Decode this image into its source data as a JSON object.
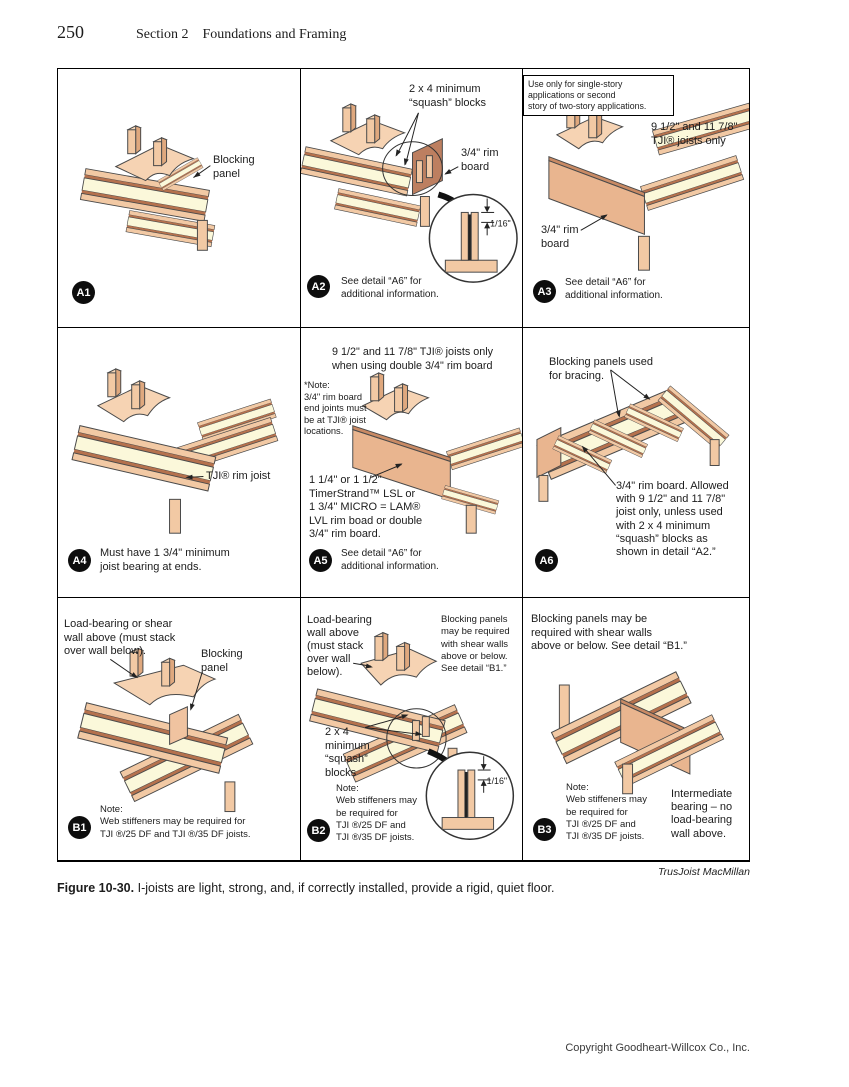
{
  "page": {
    "number": "250",
    "section": "Section 2",
    "section_title": "Foundations and Framing"
  },
  "figure": {
    "credit": "TrusJoist MacMillan",
    "caption_label": "Figure 10-30.",
    "caption_text": "I-joists are light, strong, and, if correctly installed, provide a rigid, quiet floor.",
    "panels": {
      "a1": {
        "badge": "A1",
        "blocking_panel": "Blocking\npanel"
      },
      "a2": {
        "badge": "A2",
        "squash": "2 x 4 minimum\n“squash” blocks",
        "rim": "3/4\" rim\nboard",
        "dim": "1/16\"",
        "note": "See detail “A6” for\nadditional information."
      },
      "a3": {
        "badge": "A3",
        "box_note": "Use only for single-story\napplications or second\nstory of two-story applications.",
        "joists": "9 1/2\" and 11 7/8\"\nTJI® joists only",
        "rim": "3/4\" rim\nboard",
        "note": "See detail “A6” for\nadditional information."
      },
      "a4": {
        "badge": "A4",
        "rim_joist": "TJI® rim joist",
        "note": "Must have 1 3/4\" minimum\njoist bearing at ends."
      },
      "a5": {
        "badge": "A5",
        "heading": "9 1/2\" and 11 7/8\" TJI® joists only\nwhen using double 3/4\" rim board",
        "side_note": "*Note:\n3/4\" rim board\nend joints must\nbe at TJI® joist\nlocations.",
        "lsl": "1 1/4\" or 1 1/2\"\nTimerStrand™ LSL or\n1 3/4\" MICRO = LAM®\nLVL rim boad or double\n3/4\" rim board.",
        "note": "See detail “A6” for\nadditional information."
      },
      "a6": {
        "badge": "A6",
        "blocking": "Blocking panels used\nfor bracing.",
        "body": "3/4\" rim board. Allowed\nwith 9 1/2\" and 11 7/8\"\njoist only, unless used\nwith 2 x 4 minimum\n“squash” blocks as\nshown in detail “A2.”"
      },
      "b1": {
        "badge": "B1",
        "wall": "Load-bearing or shear\nwall above (must stack\nover wall below).",
        "blocking_panel": "Blocking\npanel",
        "note": "Note:\nWeb stiffeners may be required for\nTJI ®/25 DF and TJI ®/35 DF joists."
      },
      "b2": {
        "badge": "B2",
        "wall": "Load-bearing\nwall above\n(must stack\nover wall\nbelow).",
        "blocking_panels": "Blocking panels\nmay be required\nwith shear walls\nabove or below.\nSee detail “B1.”",
        "squash": "2 x 4\nminimum\n“squash”\nblocks",
        "dim": "1/16\"",
        "note": "Note:\nWeb stiffeners may\nbe required for\nTJI ®/25 DF and\nTJI ®/35 DF joists."
      },
      "b3": {
        "badge": "B3",
        "heading": "Blocking panels may be\nrequired with shear walls\nabove or below. See detail “B1.”",
        "note": "Note:\nWeb stiffeners may\nbe required for\nTJI ®/25 DF and\nTJI ®/35 DF joists.",
        "bearing": "Intermediate\nbearing – no\nload-bearing\nwall above."
      }
    }
  },
  "footer": {
    "copyright": "Copyright Goodheart-Willcox Co., Inc."
  },
  "colors": {
    "flange": "#f2c9a4",
    "web": "#fbf8da",
    "rim": "#e9b58f",
    "rim_dark": "#bd7f60",
    "plate": "#f6d3b3",
    "outline": "#4a4a4a"
  }
}
